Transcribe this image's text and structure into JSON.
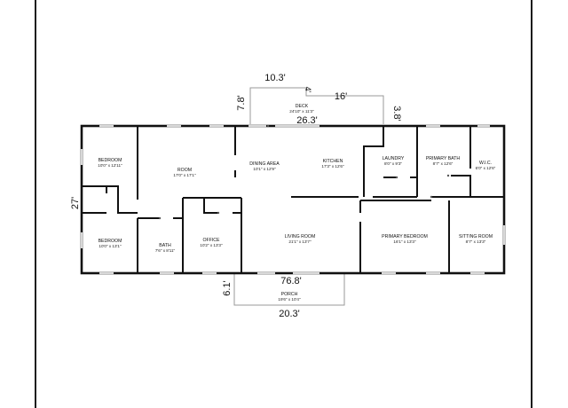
{
  "rooms": [
    {
      "id": "bedroom1",
      "name": "BEDROOM",
      "size": "10'0\" x 12'11\""
    },
    {
      "id": "room",
      "name": "ROOM",
      "size": "17'0\" x 17'1\""
    },
    {
      "id": "dining",
      "name": "DINING AREA",
      "size": "10'1\" x 12'9\""
    },
    {
      "id": "kitchen",
      "name": "KITCHEN",
      "size": "17'3\" x 12'6\""
    },
    {
      "id": "laundry",
      "name": "LAUNDRY",
      "size": "8'0\" x 9'3\""
    },
    {
      "id": "primary_bath",
      "name": "PRIMARY BATH",
      "size": "8'7\" x 12'6\""
    },
    {
      "id": "wic",
      "name": "W.I.C.",
      "size": "6'0\" x 12'6\""
    },
    {
      "id": "bedroom2",
      "name": "BEDROOM",
      "size": "10'0\" x 13'1\""
    },
    {
      "id": "bath",
      "name": "BATH",
      "size": "7'6\" x 8'11\""
    },
    {
      "id": "office",
      "name": "OFFICE",
      "size": "10'2\" x 13'3\""
    },
    {
      "id": "living",
      "name": "LIVING ROOM",
      "size": "21'1\" x 13'7\""
    },
    {
      "id": "primary_bedroom",
      "name": "PRIMARY BEDROOM",
      "size": "16'1\" x 13'3\""
    },
    {
      "id": "sitting",
      "name": "SITTING ROOM",
      "size": "8'7\" x 13'3\""
    },
    {
      "id": "deck",
      "name": "DECK",
      "size": "24'10\" x 11'3\""
    },
    {
      "id": "porch",
      "name": "PORCH",
      "size": "19'6\" x 10'4\""
    }
  ],
  "dimensions": {
    "deck_top": "10.3'",
    "deck_step": "4'",
    "deck_right": "16'",
    "deck_left_side": "7.8'",
    "deck_right_side": "3.8'",
    "deck_width": "26.3'",
    "house_depth": "27'",
    "house_length": "76.8'",
    "porch_side": "6.1'",
    "porch_width": "20.3'"
  }
}
